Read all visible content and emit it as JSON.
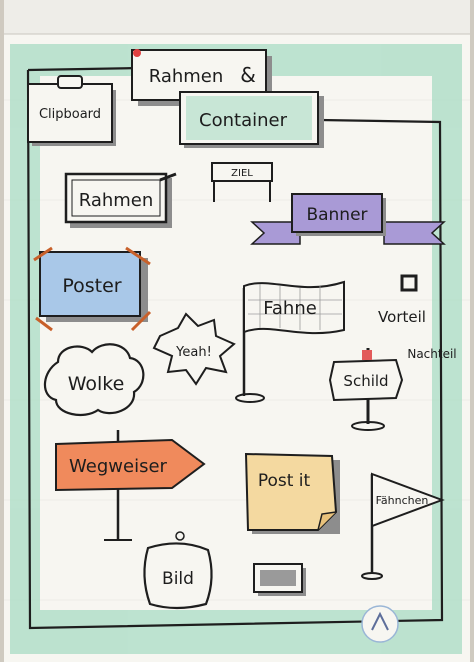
{
  "labels": {
    "title_line1": "Rahmen",
    "title_amp": "&",
    "title_line2": "Container",
    "clipboard": "Clipboard",
    "rahmen": "Rahmen",
    "ziel": "ZIEL",
    "banner": "Banner",
    "poster": "Poster",
    "fahne": "Fahne",
    "vorteil": "Vorteil",
    "nachteil": "Nachteil",
    "yeah": "Yeah!",
    "wolke": "Wolke",
    "schild": "Schild",
    "wegweiser": "Wegweiser",
    "post_it": "Post it",
    "faehnchen": "Fähnchen",
    "bild": "Bild"
  },
  "colors": {
    "paper": "#f7f6f1",
    "green_wash": "#a9dcc4",
    "purple": "#a99ad6",
    "blue_wash": "#a9c8e8",
    "orange": "#f08a5c",
    "yellow": "#f4d9a0",
    "stroke": "#1e1e1e",
    "shadow": "#8d8d8d"
  }
}
